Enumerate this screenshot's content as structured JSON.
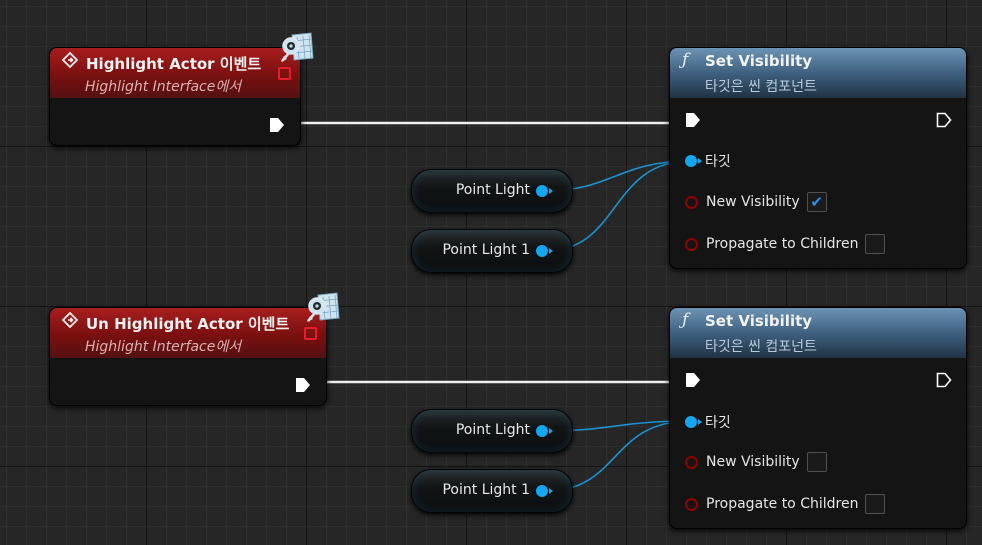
{
  "colors": {
    "event_header": "#a81e1e",
    "function_header": "#4a6d8c",
    "object_pin": "#14a6f0",
    "bool_pin": "#900000",
    "exec_wire": "#ffffff",
    "delegate_pin": "#e61c2b"
  },
  "events": [
    {
      "title": "Highlight Actor 이벤트",
      "subtitle": "Highlight Interface에서",
      "icon": "event-diamond-icon",
      "badge_icon": "interface-badge-icon"
    },
    {
      "title": "Un Highlight Actor 이벤트",
      "subtitle": "Highlight Interface에서",
      "icon": "event-diamond-icon",
      "badge_icon": "interface-badge-icon"
    }
  ],
  "functions": [
    {
      "icon_glyph": "ƒ",
      "title": "Set Visibility",
      "subtitle": "타깃은 씬 컴포넌트",
      "pins": [
        {
          "label": "타깃",
          "type": "object"
        },
        {
          "label": "New Visibility",
          "type": "bool",
          "checked": true
        },
        {
          "label": "Propagate to Children",
          "type": "bool",
          "checked": false
        }
      ]
    },
    {
      "icon_glyph": "ƒ",
      "title": "Set Visibility",
      "subtitle": "타깃은 씬 컴포넌트",
      "pins": [
        {
          "label": "타깃",
          "type": "object"
        },
        {
          "label": "New Visibility",
          "type": "bool",
          "checked": false
        },
        {
          "label": "Propagate to Children",
          "type": "bool",
          "checked": false
        }
      ]
    }
  ],
  "variables": [
    {
      "label": "Point Light"
    },
    {
      "label": "Point Light 1"
    },
    {
      "label": "Point Light"
    },
    {
      "label": "Point Light 1"
    }
  ]
}
